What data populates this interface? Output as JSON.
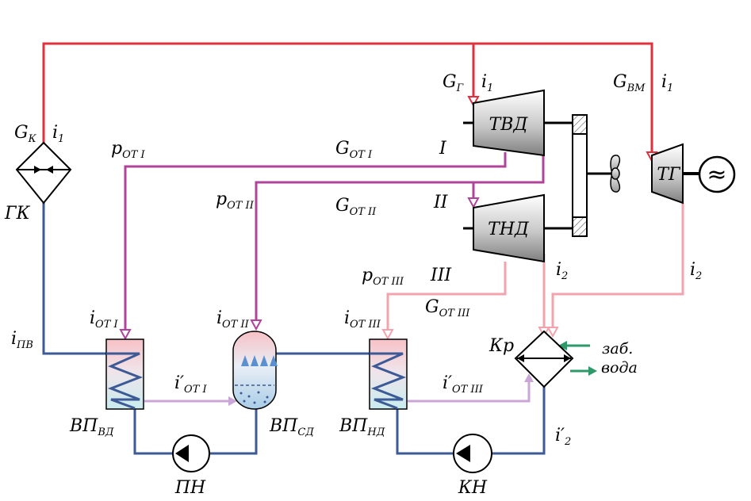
{
  "colors": {
    "steam": "#e0303e",
    "extraction": "#b0449a",
    "feedwater": "#3c5a96",
    "exhaust": "#f4a3ac",
    "condensate": "#c9a6d6",
    "cooling_water": "#2e9a6a"
  },
  "labels": {
    "gk_G": "G",
    "gk_G_sub": "К",
    "gk_i": "i",
    "gk_i_sub": "1",
    "gk_name": "ГК",
    "hp_G": "G",
    "hp_G_sub": "Г",
    "hp_i": "i",
    "hp_i_sub": "1",
    "vm_G": "G",
    "vm_G_sub": "ВМ",
    "vm_i": "i",
    "vm_i_sub": "1",
    "tvd": "ТВД",
    "tnd": "ТНД",
    "tg": "ТГ",
    "gen_symbol": "≈",
    "p1": "p",
    "p1_sub": "ОТ I",
    "g1": "G",
    "g1_sub": "ОТ I",
    "roman1": "I",
    "p2": "p",
    "p2_sub": "ОТ II",
    "g2": "G",
    "g2_sub": "ОТ II",
    "roman2": "II",
    "p3": "p",
    "p3_sub": "ОТ III",
    "roman3": "III",
    "g3": "G",
    "g3_sub": "ОТ III",
    "i2_lp": "i",
    "i2_lp_sub": "2",
    "i2_tg": "i",
    "i2_tg_sub": "2",
    "ipv": "i",
    "ipv_sub": "ПВ",
    "iot1": "i",
    "iot1_sub": "ОТ I",
    "iot2": "i",
    "iot2_sub": "ОТ II",
    "iot3": "i",
    "iot3_sub": "ОТ III",
    "idr1": "i′",
    "idr1_sub": "ОТ I",
    "idr3": "i′",
    "idr3_sub": "ОТ III",
    "kr": "Кр",
    "water1": "заб.",
    "water2": "вода",
    "vpvd": "ВП",
    "vpvd_sub": "ВД",
    "vpsd": "ВП",
    "vpsd_sub": "СД",
    "vpnd": "ВП",
    "vpnd_sub": "НД",
    "pn": "ПН",
    "kn": "КН",
    "i2p": "i′",
    "i2p_sub": "2"
  }
}
